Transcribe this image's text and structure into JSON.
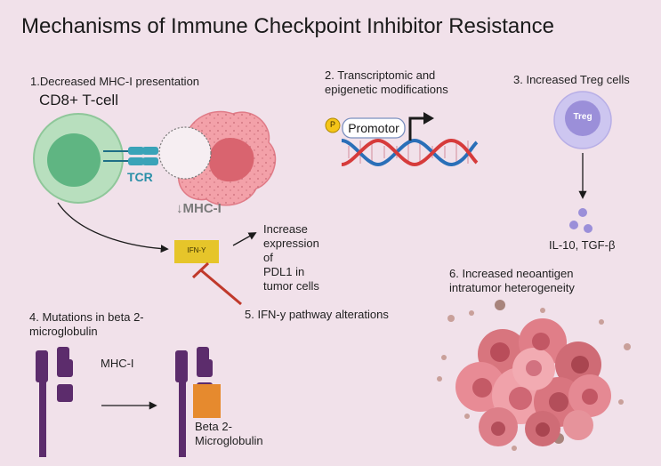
{
  "title": "Mechanisms of Immune Checkpoint Inhibitor Resistance",
  "section1": {
    "heading": "1.Decreased MHC-I presentation",
    "cell_label": "CD8+ T-cell",
    "tcr_label": "TCR",
    "mhc_label": "↓MHC-I"
  },
  "section2": {
    "heading_line1": "2. Transcriptomic and",
    "heading_line2": "epigenetic modifications",
    "p_badge": "P",
    "promotor_label": "Promotor"
  },
  "section3": {
    "heading": "3. Increased Treg cells",
    "treg_label": "Treg",
    "cytokines_label": "IL-10, TGF-β"
  },
  "section4": {
    "heading_line1": "4. Mutations in beta 2-",
    "heading_line2": "microglobulin",
    "mhc_label": "MHC-I",
    "b2m_line1": "Beta 2-",
    "b2m_line2": "Microglobulin"
  },
  "section5": {
    "heading": "5. IFN-y pathway alterations",
    "ifn_box_label": "IFN-Y",
    "increase_lines": [
      "Increase",
      "expression",
      "of",
      "PDL1 in",
      "tumor cells"
    ]
  },
  "section6": {
    "heading_line1": "6. Increased neoantigen",
    "heading_line2": "intratumor heterogeneity"
  },
  "colors": {
    "background": "#f1e1ea",
    "tcell_outer": "#a9d6b0",
    "tcell_inner": "#58b07a",
    "tumor_cell": "#f19aa3",
    "tcr_teal": "#2a8fa8",
    "ifn_box": "#e7c629",
    "inhibitor_red": "#c0392b",
    "treg_outer": "#c9c3ee",
    "treg_inner": "#9d92dc",
    "mhc_purple": "#5a2a6b",
    "b2m_orange": "#e48a32",
    "dna_red": "#d63b3b",
    "dna_blue": "#2a6fb8"
  }
}
